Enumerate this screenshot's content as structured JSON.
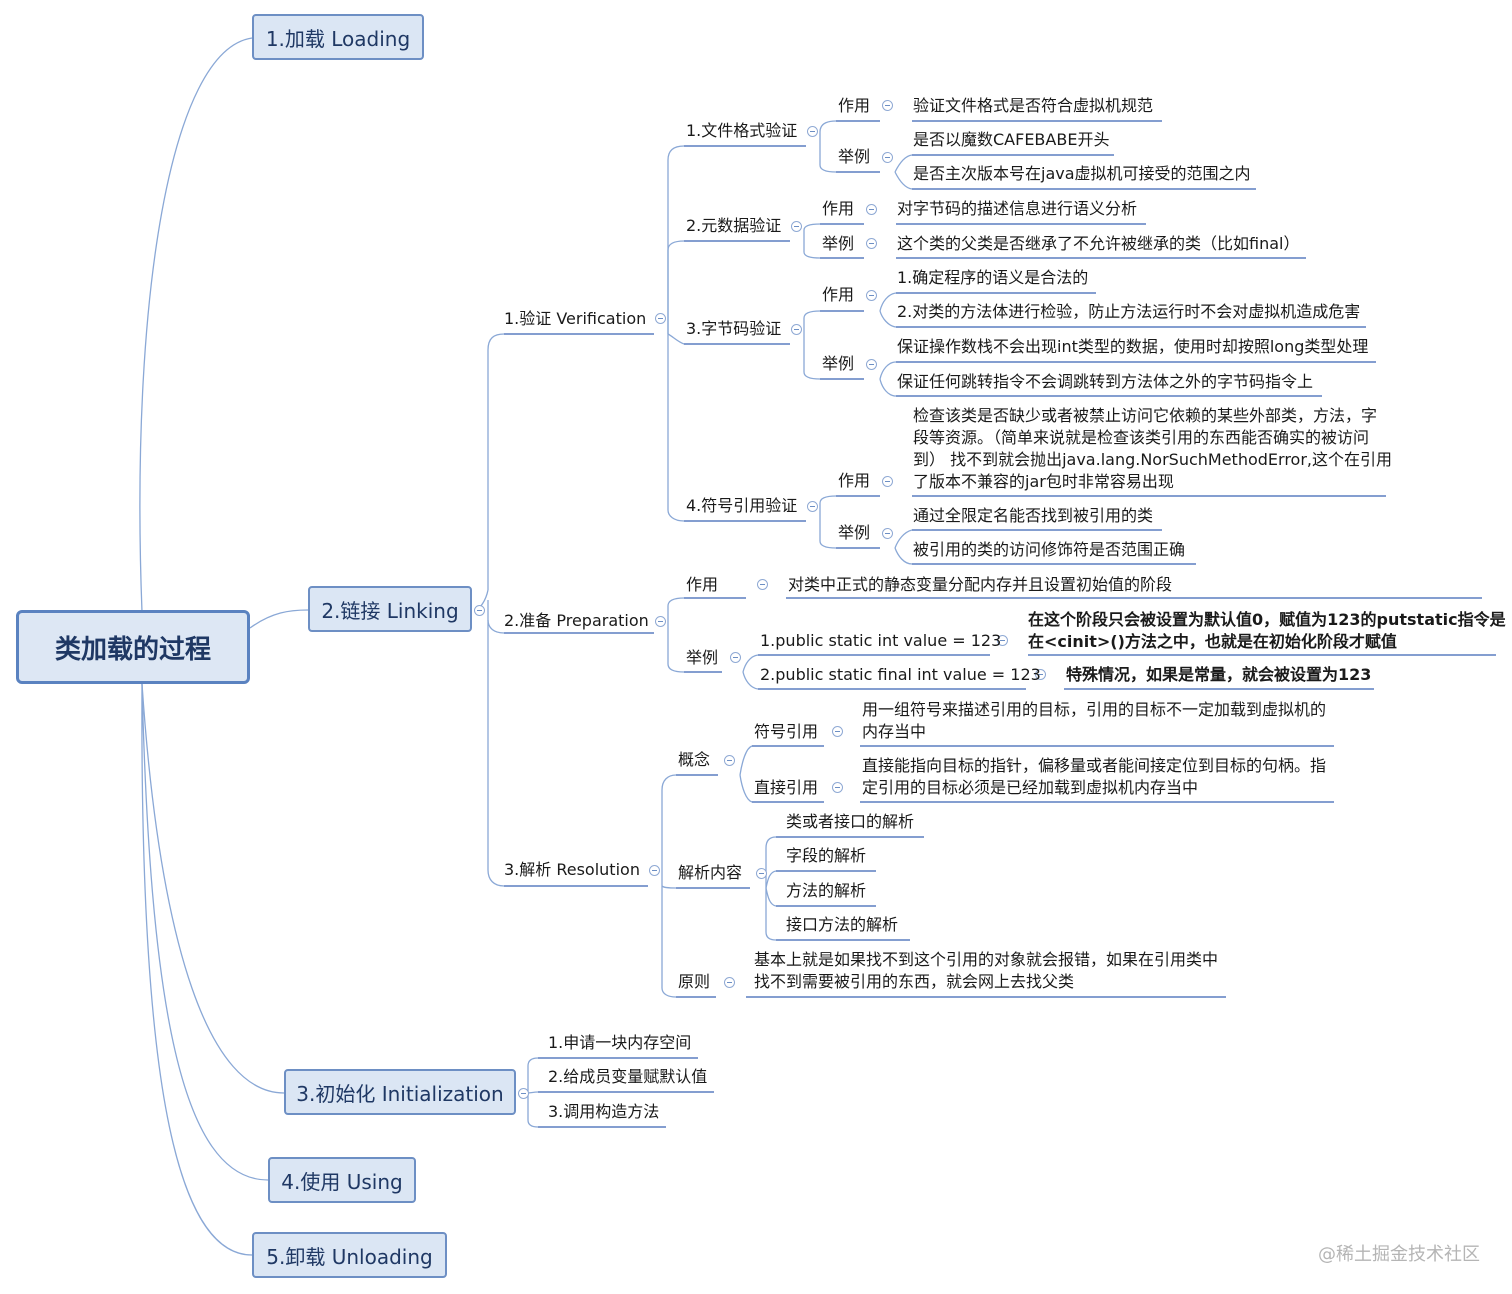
{
  "root": "类加载的过程",
  "steps": {
    "loading": "1.加载 Loading",
    "linking": "2.链接 Linking",
    "init": "3.初始化 Initialization",
    "using": "4.使用 Using",
    "unloading": "5.卸载 Unloading"
  },
  "verification": {
    "label": "1.验证 Verification",
    "file_format": {
      "label": "1.文件格式验证",
      "role_label": "作用",
      "role": "验证文件格式是否符合虚拟机规范",
      "example_label": "举例",
      "examples": [
        "是否以魔数CAFEBABE开头",
        "是否主次版本号在java虚拟机可接受的范围之内"
      ]
    },
    "metadata": {
      "label": "2.元数据验证",
      "role_label": "作用",
      "role": "对字节码的描述信息进行语义分析",
      "example_label": "举例",
      "example": "这个类的父类是否继承了不允许被继承的类（比如final）"
    },
    "bytecode": {
      "label": "3.字节码验证",
      "role_label": "作用",
      "roles": [
        "1.确定程序的语义是合法的",
        "2.对类的方法体进行检验，防止方法运行时不会对虚拟机造成危害"
      ],
      "example_label": "举例",
      "examples": [
        "保证操作数栈不会出现int类型的数据，使用时却按照long类型处理",
        "保证任何跳转指令不会调跳转到方法体之外的字节码指令上"
      ]
    },
    "symbol_ref": {
      "label": "4.符号引用验证",
      "role_label": "作用",
      "role_lines": [
        "检查该类是否缺少或者被禁止访问它依赖的某些外部类，方法，字",
        "段等资源。（简单来说就是检查该类引用的东西能否确实的被访问",
        "到） 找不到就会抛出java.lang.NorSuchMethodError,这个在引用",
        "了版本不兼容的jar包时非常容易出现"
      ],
      "example_label": "举例",
      "examples": [
        "通过全限定名能否找到被引用的类",
        "被引用的类的访问修饰符是否范围正确"
      ]
    }
  },
  "preparation": {
    "label": "2.准备 Preparation",
    "role_label": "作用",
    "role": "对类中正式的静态变量分配内存并且设置初始值的阶段",
    "example_label": "举例",
    "ex1": "1.public static int value = 123",
    "ex1_note_lines": [
      "在这个阶段只会被设置为默认值0，赋值为123的putstatic指令是",
      "在<cinit>()方法之中，也就是在初始化阶段才赋值"
    ],
    "ex2": "2.public static final int value = 123",
    "ex2_note": "特殊情况，如果是常量，就会被设置为123"
  },
  "resolution": {
    "label": "3.解析 Resolution",
    "concept_label": "概念",
    "symbolic_label": "符号引用",
    "symbolic_lines": [
      "用一组符号来描述引用的目标，引用的目标不一定加载到虚拟机的",
      "内存当中"
    ],
    "direct_label": "直接引用",
    "direct_lines": [
      "直接能指向目标的指针，偏移量或者能间接定位到目标的句柄。指",
      "定引用的目标必须是已经加载到虚拟机内存当中"
    ],
    "content_label": "解析内容",
    "contents": [
      "类或者接口的解析",
      "字段的解析",
      "方法的解析",
      "接口方法的解析"
    ],
    "principle_label": "原则",
    "principle_lines": [
      "基本上就是如果找不到这个引用的对象就会报错，如果在引用类中",
      "找不到需要被引用的东西，就会网上去找父类"
    ]
  },
  "init_steps": [
    "1.申请一块内存空间",
    "2.给成员变量赋默认值",
    "3.调用构造方法"
  ],
  "watermark": "@稀土掘金技术社区",
  "colors": {
    "node_fill": "#dbe6f4",
    "node_border": "#6d8fc4",
    "connector": "#8aa8d6",
    "underline": "#5b7fc0",
    "text": "#1a1a1a"
  }
}
